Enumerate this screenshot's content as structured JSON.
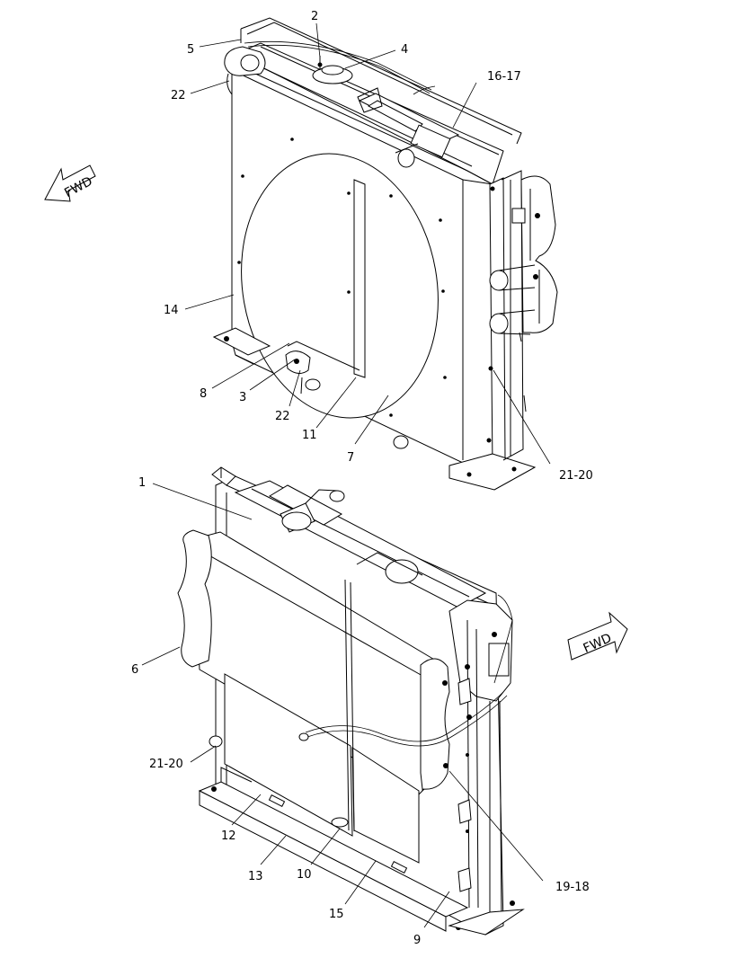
{
  "callouts": {
    "c2": "2",
    "c5": "5",
    "c4": "4",
    "c22_top": "22",
    "c16_17": "16-17",
    "c14": "14",
    "c8": "8",
    "c3": "3",
    "c22_mid": "22",
    "c11": "11",
    "c7": "7",
    "c21_20_top": "21-20",
    "c1": "1",
    "c6": "6",
    "c21_20_bottom": "21-20",
    "c12": "12",
    "c13": "13",
    "c10": "10",
    "c15": "15",
    "c9": "9",
    "c19_18": "19-18"
  },
  "fwd_arrows": {
    "top_left": "FWD",
    "bottom_right": "FWD"
  }
}
